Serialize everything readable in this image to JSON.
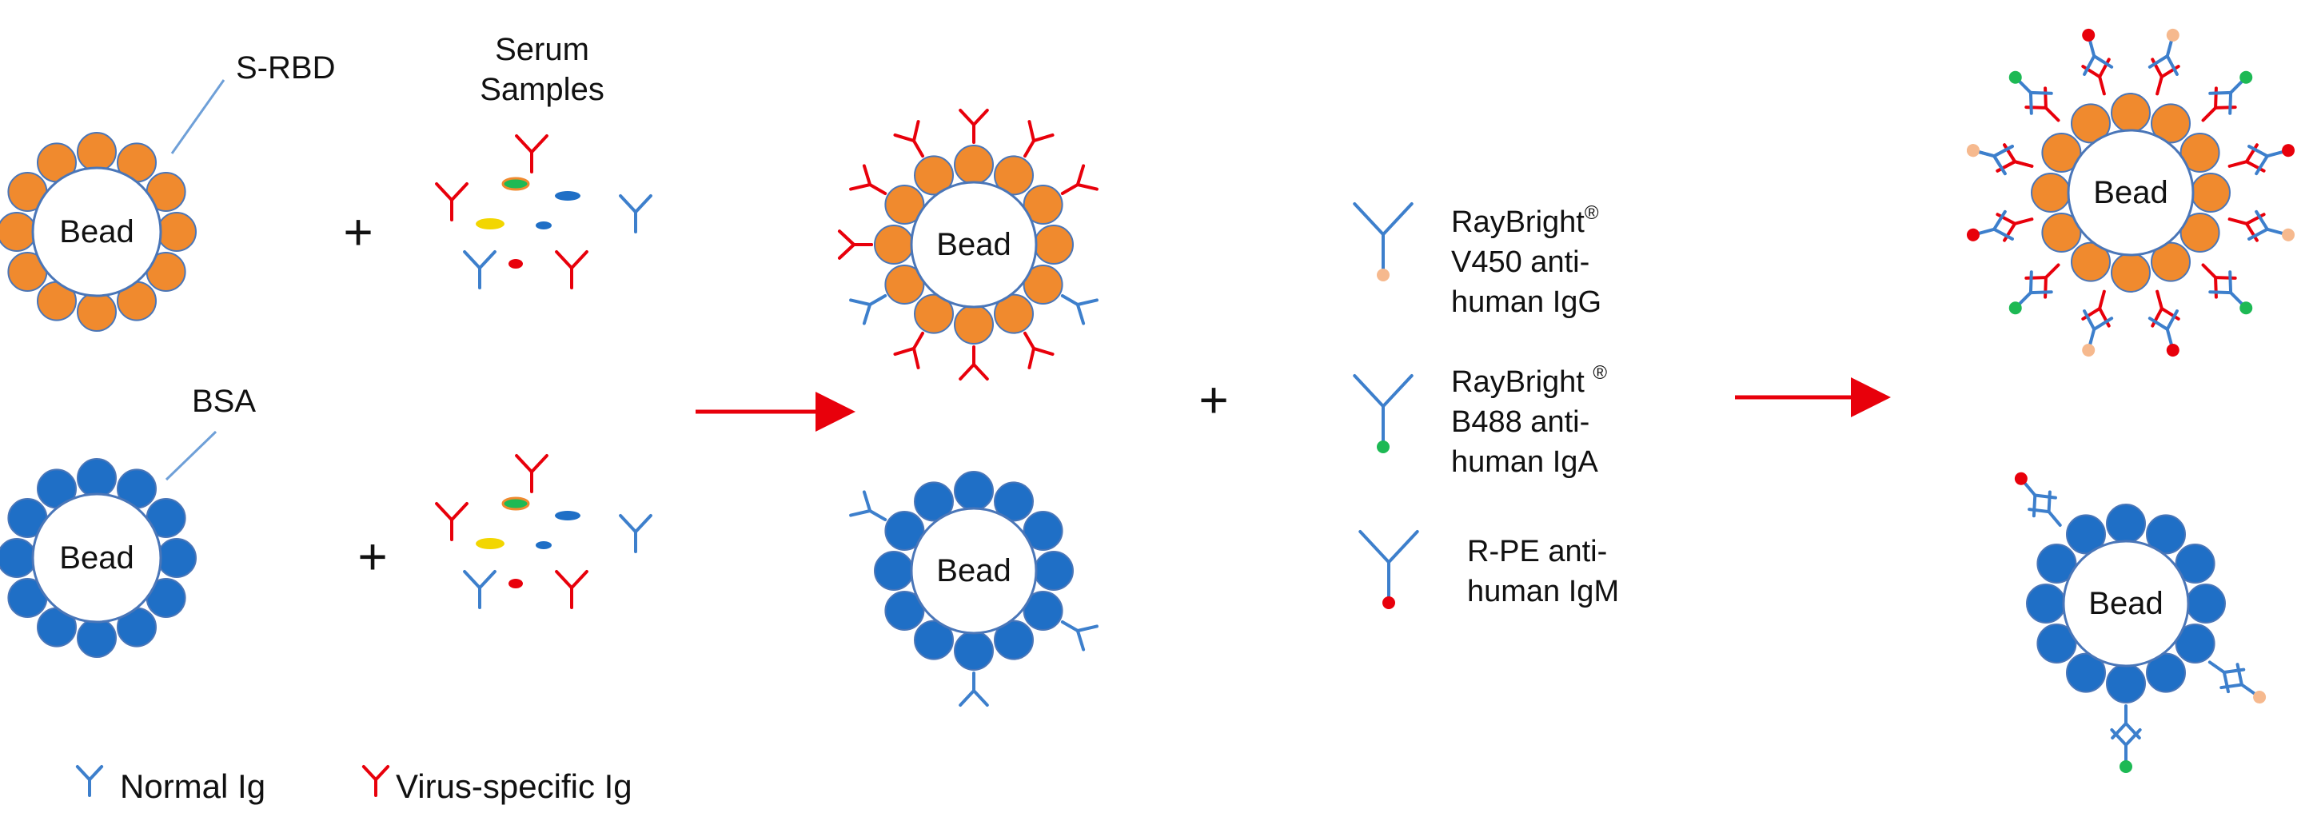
{
  "labels": {
    "bead": "Bead",
    "srbd": "S-RBD",
    "bsa": "BSA",
    "serum_line1": "Serum",
    "serum_line2": "Samples",
    "plus": "+"
  },
  "reagents": [
    {
      "line1": "RayBright",
      "reg": "®",
      "line2": "V450 anti-",
      "line3": "human IgG",
      "tag_color": "#f6b98e"
    },
    {
      "line1": "RayBright ",
      "reg": "®",
      "line2": "B488 anti-",
      "line3": "human IgA",
      "tag_color": "#1db954"
    },
    {
      "line1": "R-PE anti-",
      "reg": "",
      "line2": "human IgM",
      "line3": "",
      "tag_color": "#e8000b"
    }
  ],
  "legend": [
    {
      "label": "Normal Ig",
      "color": "#3d7fcc"
    },
    {
      "label": "Virus-specific Ig",
      "color": "#e8000b"
    }
  ],
  "colors": {
    "srbd_bead": "#f08a2e",
    "bsa_bead": "#1f6fc6",
    "bead_outline": "#4a76b8",
    "arrow": "#e8000b",
    "normal_ig": "#3d7fcc",
    "specific_ig": "#e8000b",
    "dot_igg": "#f6b98e",
    "dot_iga": "#1db954",
    "dot_igm": "#e8000b",
    "serum_yellow": "#f2d600",
    "serum_blue": "#1f6fc6"
  }
}
